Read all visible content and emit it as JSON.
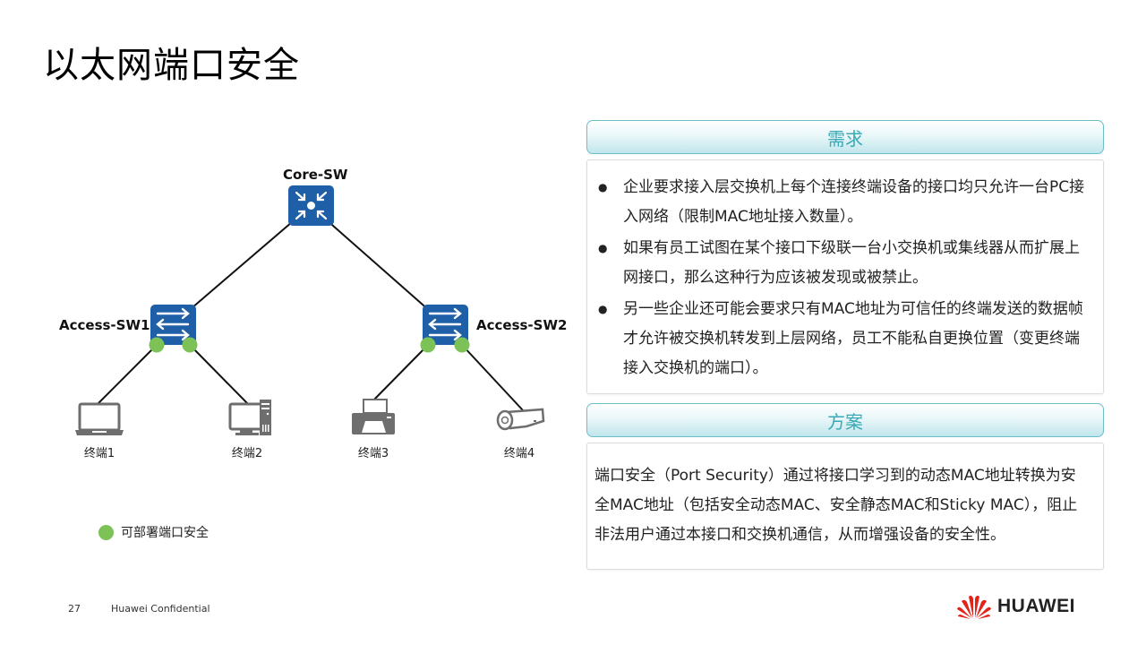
{
  "slide": {
    "title": "以太网端口安全",
    "page_number": "27",
    "confidential": "Huawei Confidential",
    "brand": "HUAWEI"
  },
  "diagram": {
    "core_switch": {
      "label": "Core-SW",
      "icon": "core-switch-icon"
    },
    "access_switches": [
      {
        "label": "Access-SW1",
        "icon": "access-switch-icon"
      },
      {
        "label": "Access-SW2",
        "icon": "access-switch-icon"
      }
    ],
    "terminals": [
      {
        "label": "终端1",
        "icon": "laptop-icon"
      },
      {
        "label": "终端2",
        "icon": "desktop-pc-icon"
      },
      {
        "label": "终端3",
        "icon": "printer-icon"
      },
      {
        "label": "终端4",
        "icon": "camera-icon"
      }
    ],
    "legend": {
      "label": "可部署端口安全",
      "color": "#7dc257"
    },
    "colors": {
      "switch": "#1f5fa8",
      "port_dot": "#7dc257",
      "terminal": "#6e6e6e",
      "link": "#111111"
    }
  },
  "requirements": {
    "header": "需求",
    "items": [
      "企业要求接入层交换机上每个连接终端设备的接口均只允许一台PC接入网络（限制MAC地址接入数量）。",
      "如果有员工试图在某个接口下级联一台小交换机或集线器从而扩展上网接口，那么这种行为应该被发现或被禁止。",
      "另一些企业还可能会要求只有MAC地址为可信任的终端发送的数据帧才允许被交换机转发到上层网络，员工不能私自更换位置（变更终端接入交换机的端口）。"
    ]
  },
  "solution": {
    "header": "方案",
    "text": "端口安全（Port Security）通过将接口学习到的动态MAC地址转换为安全MAC地址（包括安全动态MAC、安全静态MAC和Sticky MAC），阻止非法用户通过本接口和交换机通信，从而增强设备的安全性。"
  },
  "theme": {
    "header_text": "#3aa9b6",
    "header_border": "#6cbfc9",
    "logo_red": "#e2231a"
  }
}
